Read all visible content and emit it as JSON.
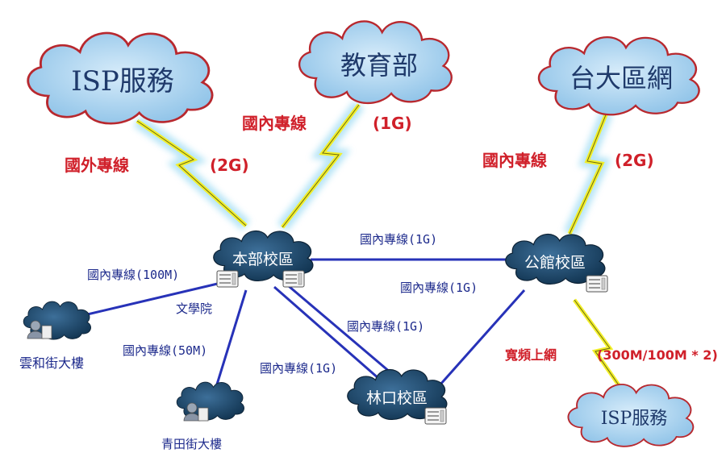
{
  "clouds": {
    "isp_top": "ISP服務",
    "moe": "教育部",
    "ntu_net": "台大區網",
    "isp_bottom": "ISP服務"
  },
  "uplinks": {
    "isp_top": {
      "label": "國外專線",
      "speed": "(2G)"
    },
    "moe": {
      "label": "國內專線",
      "speed": "(1G)"
    },
    "ntu_net": {
      "label": "國內專線",
      "speed": "(2G)"
    },
    "isp_bottom": {
      "label": "寬頻上網",
      "speed": "(300M/100M * 2)"
    }
  },
  "campuses": {
    "main": "本部校區",
    "gongguan": "公館校區",
    "linkou": "林口校區"
  },
  "sites": {
    "wenxue": "文學院",
    "yunhe": "雲和街大樓",
    "qingtian": "青田街大樓"
  },
  "links": {
    "main_gongguan": "國內專線(1G)",
    "gongguan_linkou": "國內專線(1G)",
    "main_linkou_a": "國內專線(1G)",
    "main_linkou_b": "國內專線(1G)",
    "main_yunhe": "國內專線(100M)",
    "main_qingtian": "國內專線(50M)"
  },
  "colors": {
    "cloud_fill": "#a9d3ef",
    "cloud_stroke": "#b8282e",
    "campus_cloud": "#1f4a72",
    "link_line": "#2732b8",
    "bolt": "#f2ef2a",
    "red_text": "#d0202a",
    "blue_text": "#1d2a8c"
  }
}
